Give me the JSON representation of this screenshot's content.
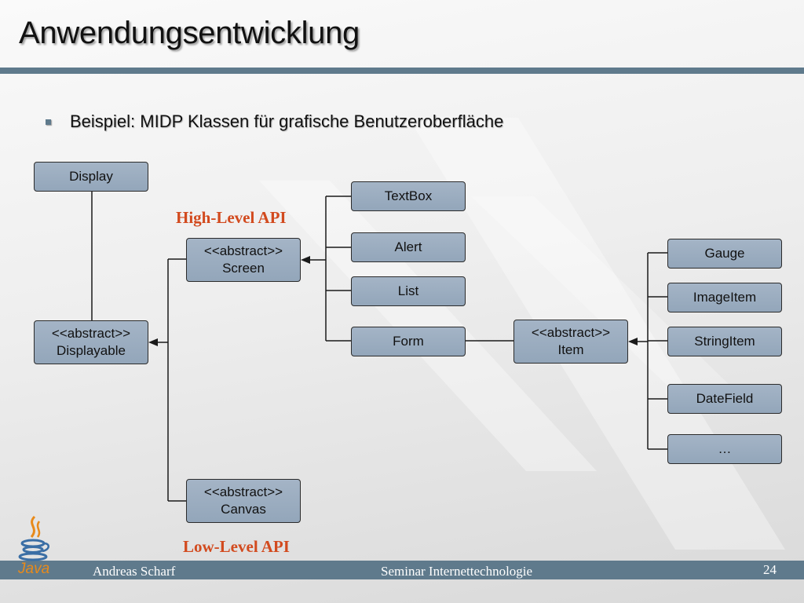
{
  "slide": {
    "title": "Anwendungsentwicklung",
    "bullet": "Beispiel: MIDP Klassen für grafische Benutzeroberfläche"
  },
  "diagram": {
    "boxes": {
      "display": [
        "Display"
      ],
      "displayable": [
        "<<abstract>>",
        "Displayable"
      ],
      "screen": [
        "<<abstract>>",
        "Screen"
      ],
      "canvas": [
        "<<abstract>>",
        "Canvas"
      ],
      "textbox": [
        "TextBox"
      ],
      "alert": [
        "Alert"
      ],
      "list": [
        "List"
      ],
      "form": [
        "Form"
      ],
      "item": [
        "<<abstract>>",
        "Item"
      ],
      "gauge": [
        "Gauge"
      ],
      "imageitem": [
        "ImageItem"
      ],
      "stringitem": [
        "StringItem"
      ],
      "datefield": [
        "DateField"
      ],
      "more": [
        "…"
      ]
    },
    "high_level_label": "High-Level API",
    "low_level_label": "Low-Level API"
  },
  "footer": {
    "author": "Andreas Scharf",
    "seminar": "Seminar Internettechnologie",
    "page": "24",
    "logo_text": "Java"
  },
  "colors": {
    "accent_bar": "#5f7a8c",
    "box_fill": "#9aaabd",
    "api_label": "#d24a1e"
  }
}
